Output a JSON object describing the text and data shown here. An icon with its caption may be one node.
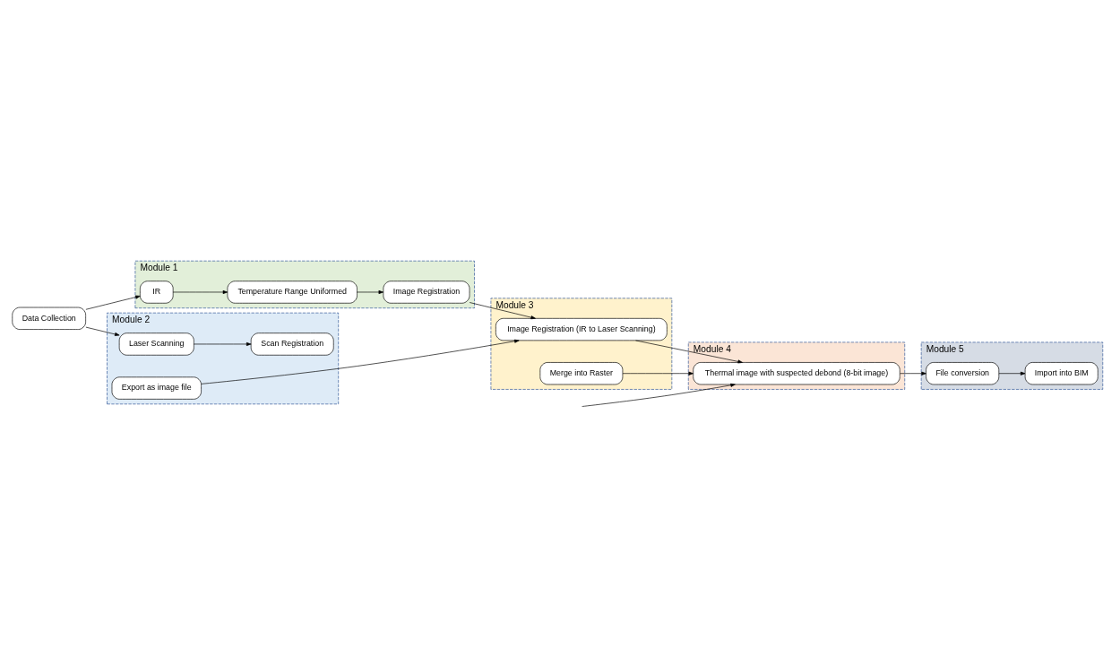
{
  "diagram": {
    "nodes": [
      {
        "text": [
          "Data Collection"
        ]
      },
      {
        "text": [
          "Module 1"
        ]
      },
      {
        "text": [
          "IR"
        ],
        "in": 1
      },
      {
        "text": [
          "Temperature Range Uniformed"
        ],
        "in": 1
      },
      {
        "text": [
          "Image Registration"
        ],
        "in": 1
      },
      {
        "text": [
          "Module 2"
        ]
      },
      {
        "text": [
          "Laser Scanning"
        ],
        "in": 5
      },
      {
        "text": [
          "Scan Registration"
        ],
        "in": 5
      },
      {
        "text": [
          "Export as image file"
        ],
        "in": 5
      },
      {
        "text": [
          "Module 3"
        ]
      },
      {
        "text": [
          "Image Registration (IR to Laser Scanning)"
        ],
        "in": 9
      },
      {
        "text": [
          "Merge into Raster"
        ],
        "in": 9
      },
      {
        "text": [
          "Module 5"
        ]
      },
      {
        "text": [
          "Import into BIM"
        ],
        "in": 12
      },
      {
        "text": [
          "File conversion"
        ],
        "in": 12
      },
      {
        "text": [
          "Module 4"
        ]
      },
      {
        "text": [
          "Thermal image with suspected debond (8-bit image)"
        ],
        "in": 15
      }
    ],
    "edges": [
      {
        "from": 0,
        "to": 2,
        "arrow": "to"
      },
      {
        "from": 0,
        "to": 6,
        "arrow": "to"
      },
      {
        "from": 2,
        "to": 3,
        "arrow": "to"
      },
      {
        "from": 3,
        "to": 4,
        "arrow": "to"
      },
      {
        "from": 6,
        "to": 7,
        "arrow": "to"
      },
      {
        "from": 4,
        "to": 10,
        "arrow": "to"
      },
      {
        "from": 8,
        "to": 10,
        "arrow": "to"
      },
      {
        "from": 10,
        "to": 16,
        "arrow": "to"
      },
      {
        "from": 11,
        "to": 16,
        "arrow": "to"
      },
      {
        "from": 16,
        "to": 14,
        "arrow": "to"
      },
      {
        "from": 14,
        "to": 13,
        "arrow": "to"
      },
      {
        "from": null,
        "to": 16,
        "arrow": "to"
      }
    ]
  }
}
